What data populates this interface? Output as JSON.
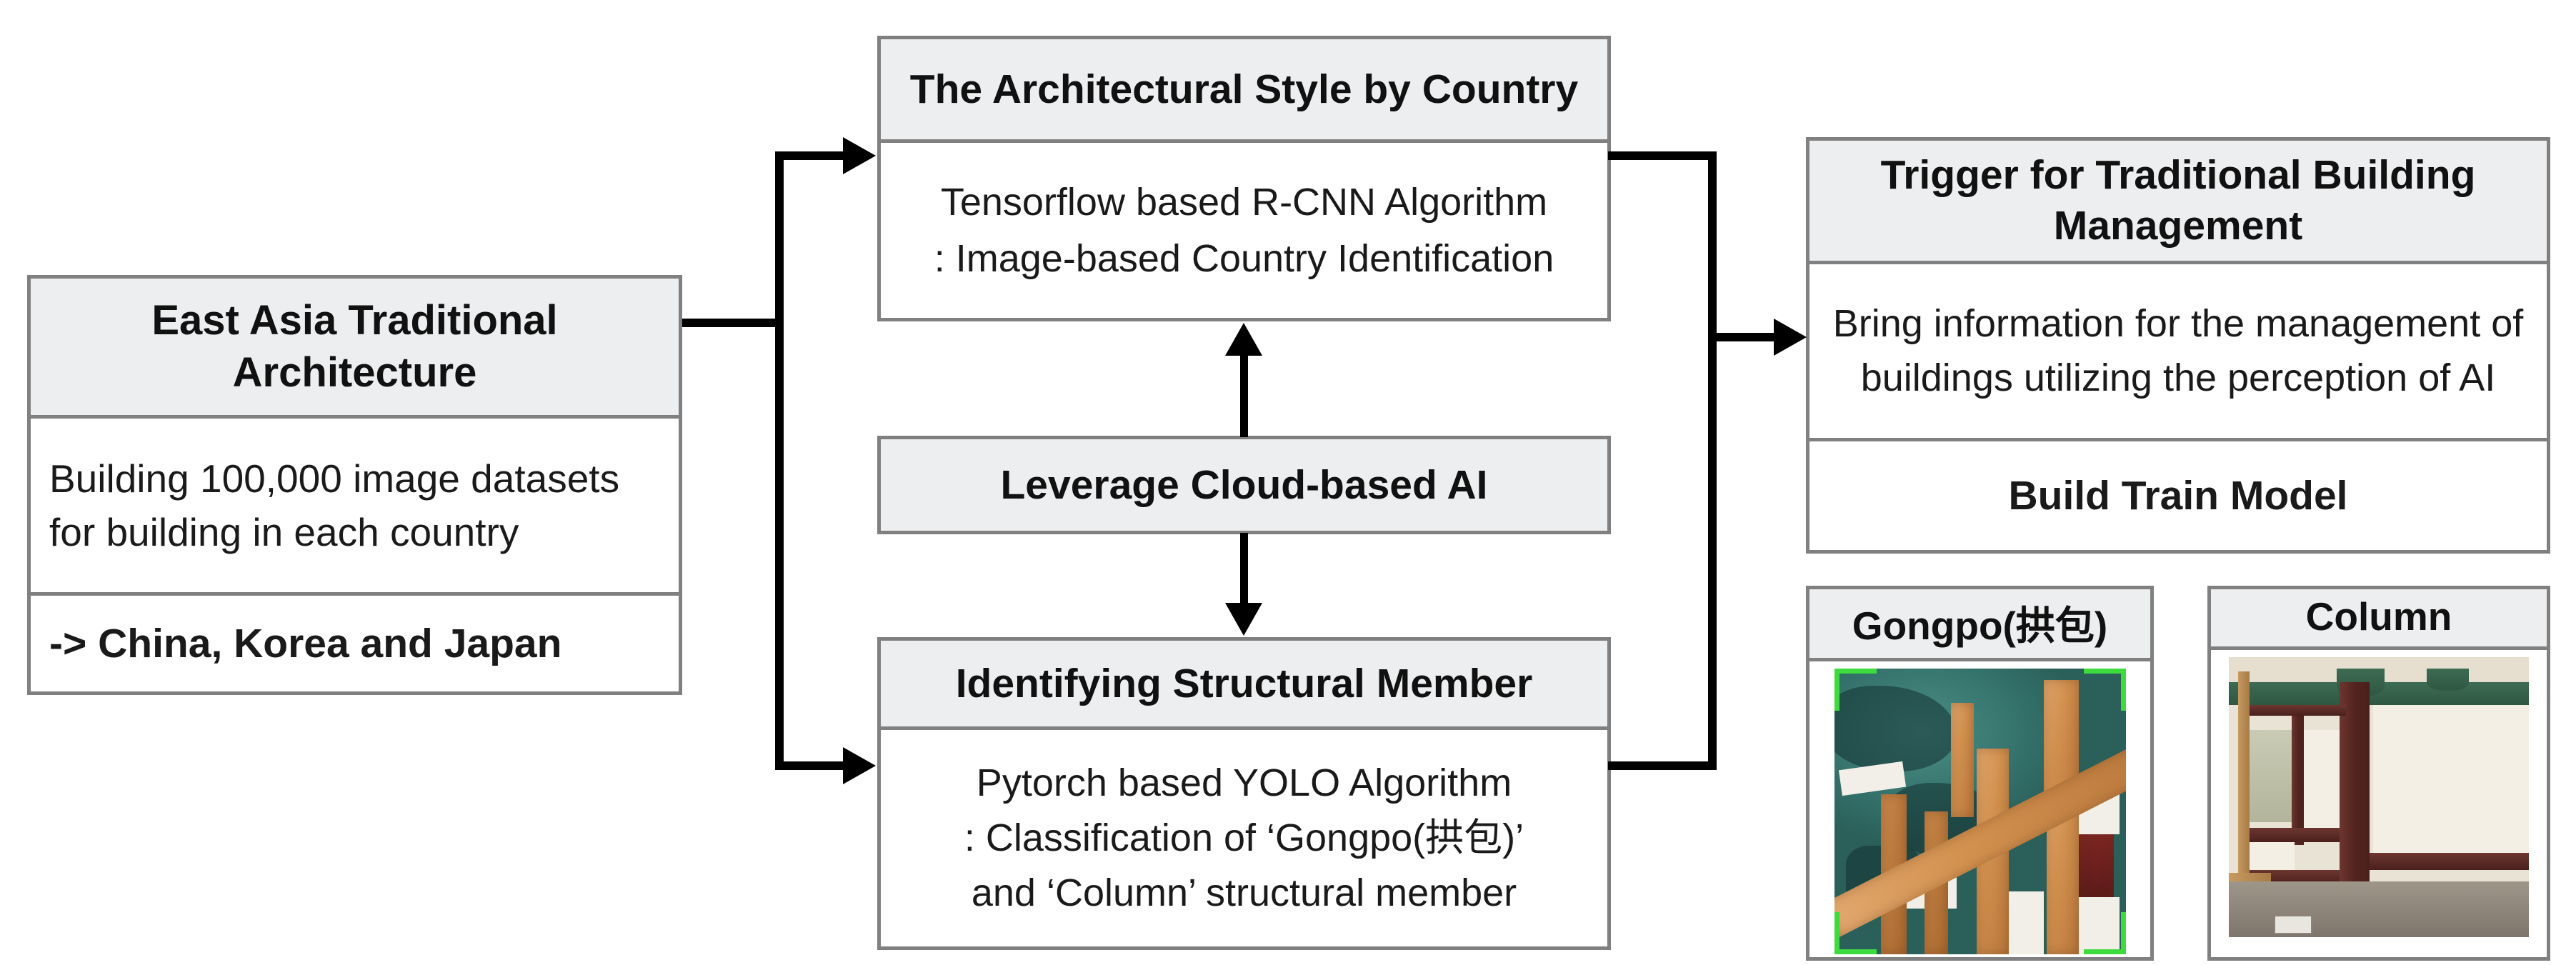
{
  "diagram": {
    "title_semantic": "east-asia-traditional-architecture-ai-pipeline",
    "boxes": {
      "source": {
        "header": "East Asia Traditional Architecture",
        "body_1": "Building 100,000 image datasets for building in each country",
        "body_2": "-> China, Korea and Japan"
      },
      "style": {
        "header": "The Architectural Style by Country",
        "body": "Tensorflow based R-CNN Algorithm\n: Image-based Country Identification"
      },
      "cloud": {
        "header": "Leverage Cloud-based AI"
      },
      "member": {
        "header": "Identifying Structural Member",
        "body": "Pytorch based YOLO Algorithm\n: Classification of ‘Gongpo(拱包)’\nand ‘Column’ structural member"
      },
      "trigger": {
        "header": "Trigger for Traditional Building Management",
        "body_1": "Bring information for the management of buildings utilizing the perception of AI",
        "body_2": "Build Train Model"
      }
    },
    "samples": [
      {
        "caption": "Gongpo(拱包)",
        "photo_alt": "traditional-korean-bracket-set-photo",
        "has_detection_box": true,
        "detection_color": "#3ddb3d"
      },
      {
        "caption": "Column",
        "photo_alt": "traditional-korean-wooden-column-photo",
        "has_detection_box": false
      }
    ],
    "colors": {
      "box_border": "#808080",
      "header_fill": "#eceef0",
      "body_fill": "#ffffff",
      "connector": "#000000",
      "text": "#111111"
    },
    "connectors": [
      {
        "name": "source-to-style",
        "from": "source",
        "to": "style",
        "type": "elbow-up"
      },
      {
        "name": "source-to-member",
        "from": "source",
        "to": "member",
        "type": "elbow-down"
      },
      {
        "name": "cloud-to-style",
        "from": "cloud",
        "to": "style",
        "type": "arrow-up"
      },
      {
        "name": "cloud-to-member",
        "from": "cloud",
        "to": "member",
        "type": "arrow-down"
      },
      {
        "name": "style-to-trigger",
        "from": "style",
        "to": "trigger",
        "type": "elbow-merge"
      },
      {
        "name": "member-to-trigger",
        "from": "member",
        "to": "trigger",
        "type": "elbow-merge"
      }
    ]
  }
}
